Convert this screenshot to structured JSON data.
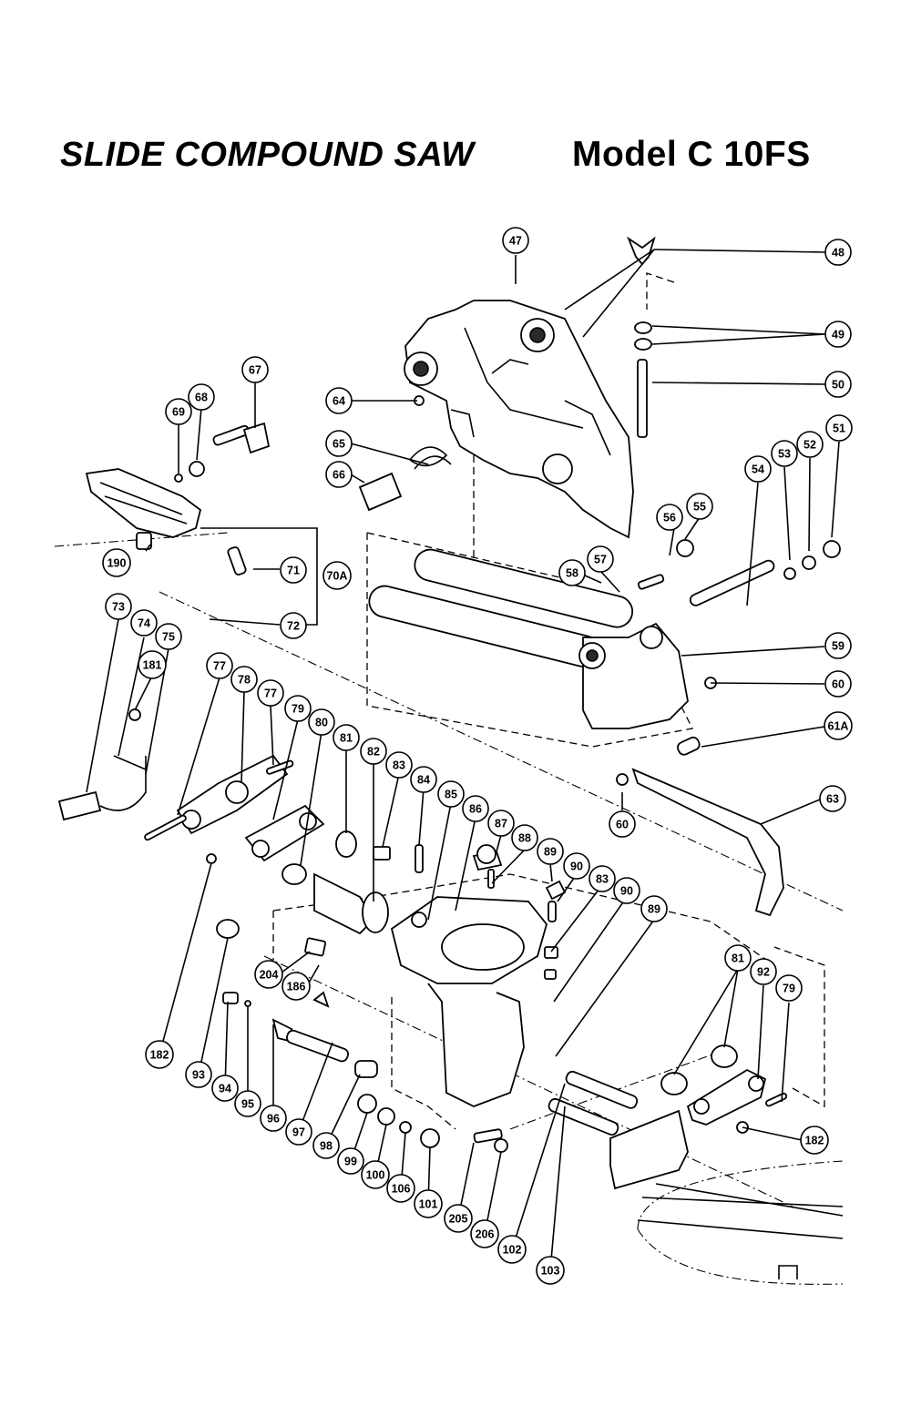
{
  "title": {
    "left": "SLIDE COMPOUND SAW",
    "right": "Model C 10FS"
  },
  "parts": [
    {
      "label": "47"
    },
    {
      "label": "48"
    },
    {
      "label": "49"
    },
    {
      "label": "50"
    },
    {
      "label": "51"
    },
    {
      "label": "52"
    },
    {
      "label": "53"
    },
    {
      "label": "54"
    },
    {
      "label": "55"
    },
    {
      "label": "56"
    },
    {
      "label": "57"
    },
    {
      "label": "58"
    },
    {
      "label": "59"
    },
    {
      "label": "60"
    },
    {
      "label": "61A"
    },
    {
      "label": "60"
    },
    {
      "label": "63"
    },
    {
      "label": "64"
    },
    {
      "label": "65"
    },
    {
      "label": "66"
    },
    {
      "label": "67"
    },
    {
      "label": "68"
    },
    {
      "label": "69"
    },
    {
      "label": "190"
    },
    {
      "label": "71"
    },
    {
      "label": "70A"
    },
    {
      "label": "72"
    },
    {
      "label": "73"
    },
    {
      "label": "74"
    },
    {
      "label": "75"
    },
    {
      "label": "181"
    },
    {
      "label": "77"
    },
    {
      "label": "78"
    },
    {
      "label": "77"
    },
    {
      "label": "79"
    },
    {
      "label": "80"
    },
    {
      "label": "81"
    },
    {
      "label": "82"
    },
    {
      "label": "83"
    },
    {
      "label": "84"
    },
    {
      "label": "85"
    },
    {
      "label": "86"
    },
    {
      "label": "87"
    },
    {
      "label": "88"
    },
    {
      "label": "89"
    },
    {
      "label": "90"
    },
    {
      "label": "83"
    },
    {
      "label": "90"
    },
    {
      "label": "89"
    },
    {
      "label": "81"
    },
    {
      "label": "92"
    },
    {
      "label": "79"
    },
    {
      "label": "182"
    },
    {
      "label": "182"
    },
    {
      "label": "93"
    },
    {
      "label": "94"
    },
    {
      "label": "95"
    },
    {
      "label": "96"
    },
    {
      "label": "97"
    },
    {
      "label": "98"
    },
    {
      "label": "99"
    },
    {
      "label": "100"
    },
    {
      "label": "106"
    },
    {
      "label": "101"
    },
    {
      "label": "205"
    },
    {
      "label": "206"
    },
    {
      "label": "102"
    },
    {
      "label": "103"
    },
    {
      "label": "204"
    },
    {
      "label": "186"
    }
  ]
}
